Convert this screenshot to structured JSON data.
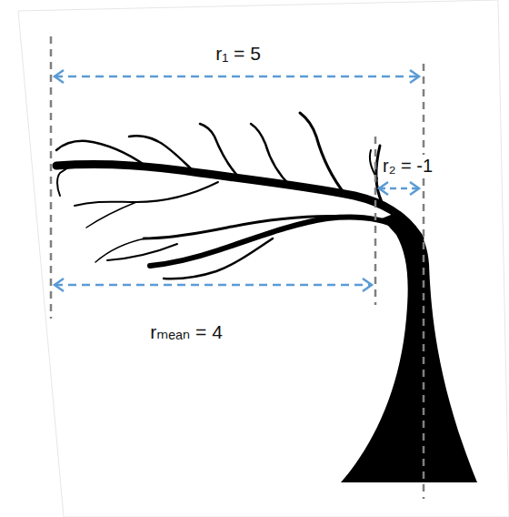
{
  "diagram": {
    "labels": [
      "r₁ = 5",
      "r₂ = -1",
      "rₘₑₐₙ = 4"
    ]
  }
}
